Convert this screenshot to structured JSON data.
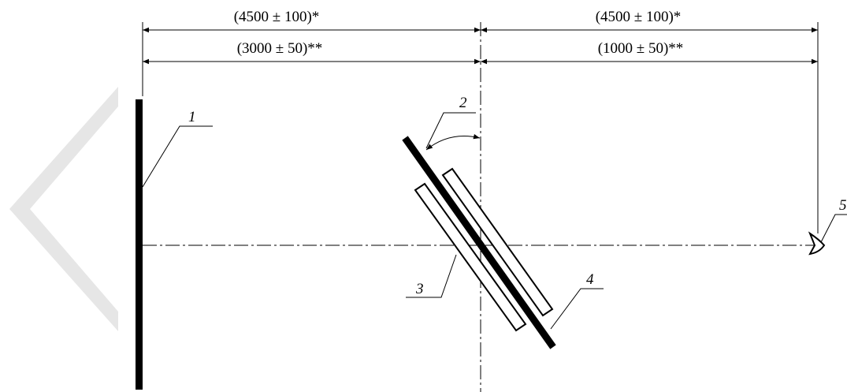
{
  "dimensions": {
    "row1_left": "(4500 ± 100)*",
    "row1_right": "(4500 ± 100)*",
    "row2_left": "(3000 ± 50)**",
    "row2_right": "(1000 ± 50)**"
  },
  "callouts": [
    "1",
    "2",
    "3",
    "4",
    "5"
  ],
  "watermark_color": "#e6e6e6"
}
